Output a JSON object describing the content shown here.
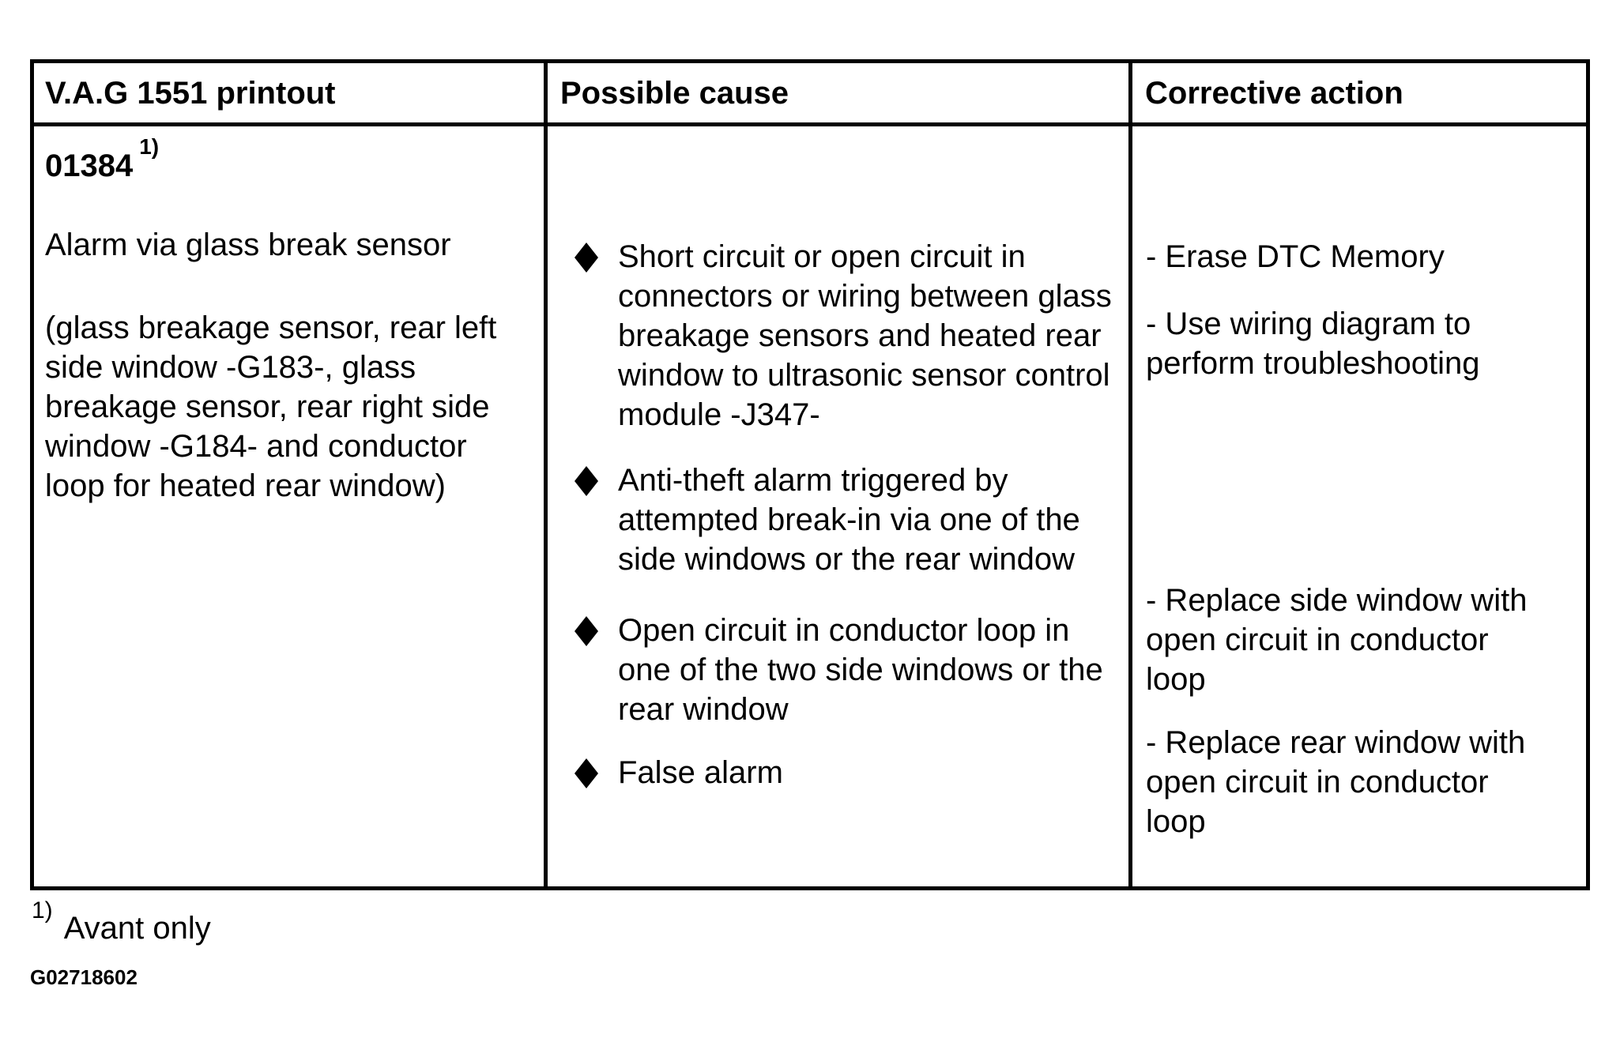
{
  "colors": {
    "ink": "#000000",
    "paper": "#ffffff"
  },
  "table": {
    "headers": [
      "V.A.G 1551 printout",
      "Possible cause",
      "Corrective action"
    ],
    "row": {
      "printout": {
        "code": "01384",
        "footnote_ref": "1)",
        "title": "Alarm via glass break sensor",
        "detail": "(glass breakage sensor, rear left side window -G183-, glass breakage sensor, rear right side window -G184- and conductor loop for heated rear window)"
      },
      "causes": [
        "Short circuit or open circuit in connectors or wiring between glass breakage sensors and heated rear window to ultrasonic sensor control module -J347-",
        "Anti-theft alarm triggered by attempted break-in via one of the side windows or the rear window",
        "Open circuit in conductor loop in one of the two side windows or the rear window",
        "False alarm"
      ],
      "actions": [
        "- Erase DTC Memory",
        "- Use wiring diagram to perform troubleshooting",
        "- Replace side window with open circuit in conductor loop",
        "- Replace rear window with open circuit in conductor loop"
      ],
      "bullet_icon": "diamond-bullet"
    }
  },
  "footnote": {
    "ref": "1)",
    "text": "Avant only"
  },
  "figure_id": "G02718602"
}
